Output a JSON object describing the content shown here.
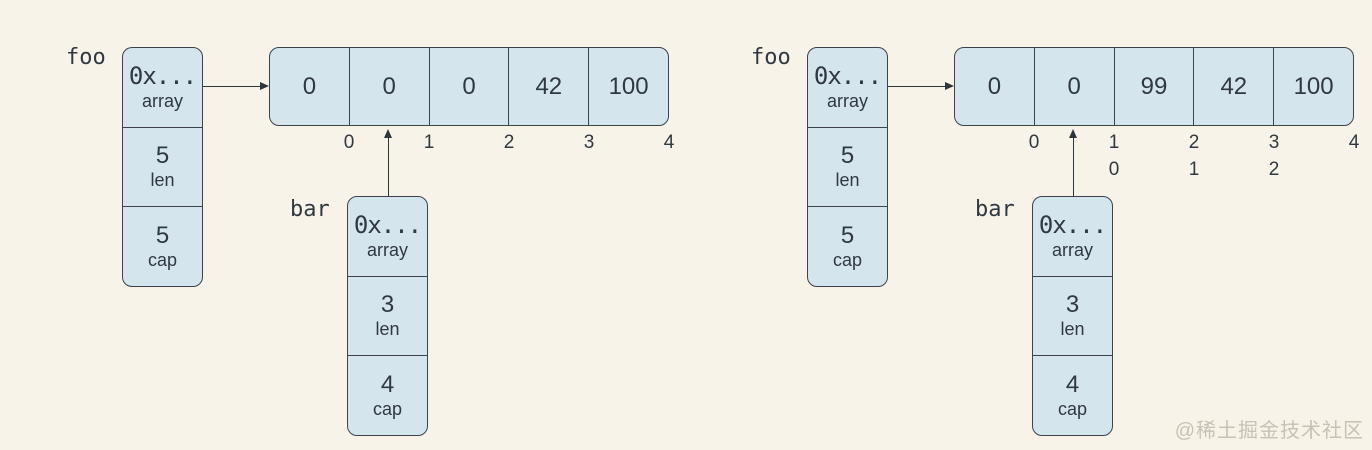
{
  "watermark": "@稀土掘金技术社区",
  "colors": {
    "background": "#f8f3e8",
    "cell_fill": "#d4e5ed",
    "border": "#3c434a",
    "text": "#303840",
    "watermark_text": "#c8c1b5"
  },
  "diagrams": [
    {
      "foo": {
        "label": "foo",
        "fields": [
          {
            "value": "0x...",
            "name": "array"
          },
          {
            "value": "5",
            "name": "len"
          },
          {
            "value": "5",
            "name": "cap"
          }
        ]
      },
      "bar": {
        "label": "bar",
        "fields": [
          {
            "value": "0x...",
            "name": "array"
          },
          {
            "value": "3",
            "name": "len"
          },
          {
            "value": "4",
            "name": "cap"
          }
        ]
      },
      "array_cells": [
        "0",
        "0",
        "0",
        "42",
        "100"
      ],
      "index_labels": [
        "0",
        "1",
        "2",
        "3",
        "4"
      ],
      "bar_index_labels": []
    },
    {
      "foo": {
        "label": "foo",
        "fields": [
          {
            "value": "0x...",
            "name": "array"
          },
          {
            "value": "5",
            "name": "len"
          },
          {
            "value": "5",
            "name": "cap"
          }
        ]
      },
      "bar": {
        "label": "bar",
        "fields": [
          {
            "value": "0x...",
            "name": "array"
          },
          {
            "value": "3",
            "name": "len"
          },
          {
            "value": "4",
            "name": "cap"
          }
        ]
      },
      "array_cells": [
        "0",
        "0",
        "99",
        "42",
        "100"
      ],
      "index_labels": [
        "0",
        "1",
        "2",
        "3",
        "4"
      ],
      "bar_index_labels": [
        "0",
        "1",
        "2"
      ]
    }
  ]
}
